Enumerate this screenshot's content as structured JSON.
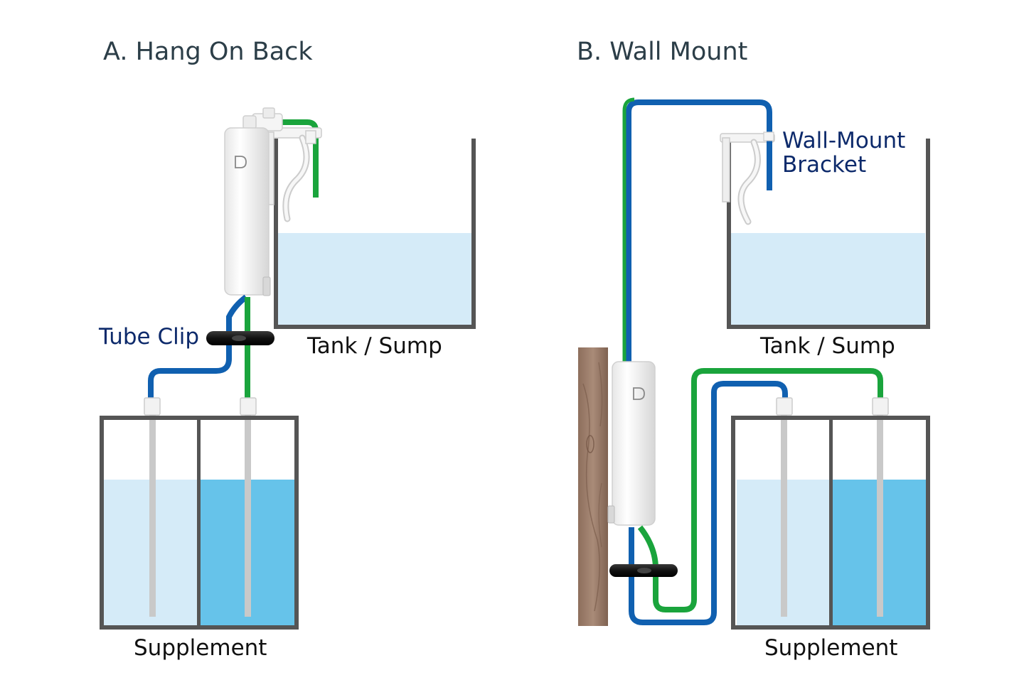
{
  "panels": {
    "a": {
      "title": "A. Hang On Back",
      "tank_label": "Tank / Sump",
      "clip_label": "Tube Clip",
      "supplement_label": "Supplement"
    },
    "b": {
      "title": "B. Wall Mount",
      "tank_label": "Tank / Sump",
      "bracket_label_line1": "Wall-Mount",
      "bracket_label_line2": "Bracket",
      "supplement_label": "Supplement"
    }
  },
  "colors": {
    "tube_blue": "#1060b0",
    "tube_green": "#1aa43c",
    "tank_outline": "#555555",
    "water_light": "#d5ebf8",
    "water_dark": "#66c3ea",
    "label_blue": "#0d2a6b",
    "wood": "#a08270"
  },
  "icons": [
    "doser-unit",
    "tube-clip",
    "wall-mount-bracket",
    "hang-on-bracket",
    "wood-wall"
  ]
}
